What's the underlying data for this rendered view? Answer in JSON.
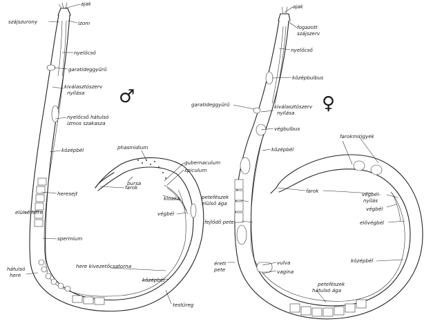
{
  "male": {
    "symbol": "♂",
    "labels": {
      "ajak": "ajak",
      "szajszurony": "szájszurony",
      "izom": "izom",
      "nyelocso": "nyelőcső",
      "garatideggyuru": "garatideggyűrű",
      "kivalaszto_1": "kiválasztószerv",
      "kivalaszto_2": "nyílása",
      "nyelocso_hatulso_1": "nyelőcső hátulsó",
      "nyelocso_hatulso_2": "izmos szakasza",
      "kozepbel_upper": "középbél",
      "phasmidium": "phasmidium",
      "bursa": "bursa",
      "gubernaculum": "gubernaculum",
      "spiculum": "spiculum",
      "heresejt": "heresejt",
      "farok": "farok",
      "kloaka": "kloaka",
      "elulso_here": "elülső here",
      "vegbel": "végbél",
      "spermium": "spermium",
      "kivezeto": "here kivezetőcsatorna",
      "kozepbel_lower": "középbél",
      "hatulso_here_1": "hátulsó",
      "hatulso_here_2": "here",
      "testureg": "testüreg"
    }
  },
  "female": {
    "symbol": "♀",
    "labels": {
      "ajak": "ajak",
      "fogazott_1": "fogazott",
      "fogazott_2": "szájszerv",
      "nyelocso": "nyelőcső",
      "kozepbulbus": "középbulbus",
      "garatideggyuru": "garatideggyűrű",
      "kivalaszto_1": "kiválasztószerv",
      "kivalaszto_2": "nyílása",
      "vegbulbus": "végbulbus",
      "kozepbel_upper": "középbél",
      "farokmirigyek": "farokmirigyek",
      "farok": "farok",
      "petefeszek_elulso_1": "petefészek",
      "petefeszek_elulso_2": "elülső ága",
      "vegbel_nyilas_1": "végbél-",
      "vegbel_nyilas_2": "nyílás",
      "vegbel": "végbél",
      "fejlodo_pete": "fejlődő pete",
      "elovegbel": "elővégbél",
      "kozepbel_lower": "középbél",
      "vulva": "vulva",
      "vagina": "vagina",
      "erett_1": "érett",
      "erett_2": "pete",
      "petefeszek_hatulso_1": "petefészek",
      "petefeszek_hatulso_2": "hátulsó ága"
    }
  }
}
